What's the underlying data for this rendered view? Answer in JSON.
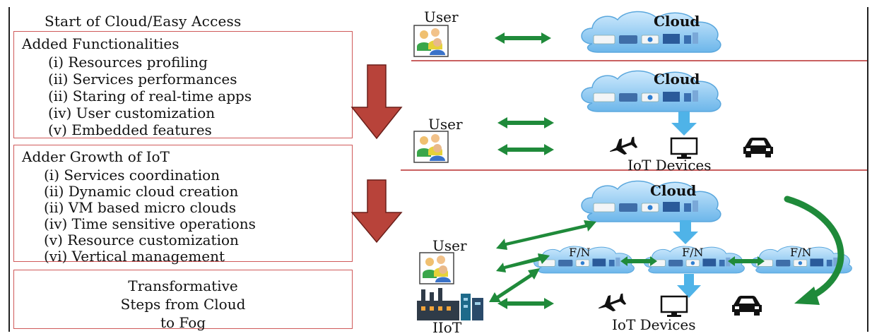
{
  "left": {
    "title": "Start of Cloud/Easy Access",
    "box1": {
      "heading": "Added Functionalities",
      "items": [
        "(i) Resources profiling",
        "(ii) Services performances",
        "(ii) Staring of real-time apps",
        "(iv) User customization",
        "(v) Embedded features"
      ]
    },
    "box2": {
      "heading": "Adder Growth of IoT",
      "items": [
        "(i) Services coordination",
        "(ii) Dynamic cloud creation",
        "(ii) VM based micro clouds",
        "(iv) Time sensitive operations",
        "(v) Resource customization",
        "(vi) Vertical management"
      ]
    },
    "box3": {
      "lines": [
        "Transformative",
        "Steps from Cloud",
        "to Fog"
      ]
    }
  },
  "right": {
    "panel1": {
      "user_label": "User",
      "cloud_label": "Cloud"
    },
    "panel2": {
      "user_label": "User",
      "cloud_label": "Cloud",
      "devices_label": "IoT Devices"
    },
    "panel3": {
      "user_label": "User",
      "cloud_label": "Cloud",
      "fog_labels": [
        "F/N",
        "F/N",
        "F/N"
      ],
      "iiot_label": "IIoT",
      "devices_label": "IoT Devices"
    }
  },
  "colors": {
    "box_border": "#d05a5a",
    "down_arrow": "#b8433a",
    "green_arrow": "#1f8a3a",
    "cloud_fill": "#8ec9ef",
    "blue_arrow": "#4fb3e8"
  }
}
